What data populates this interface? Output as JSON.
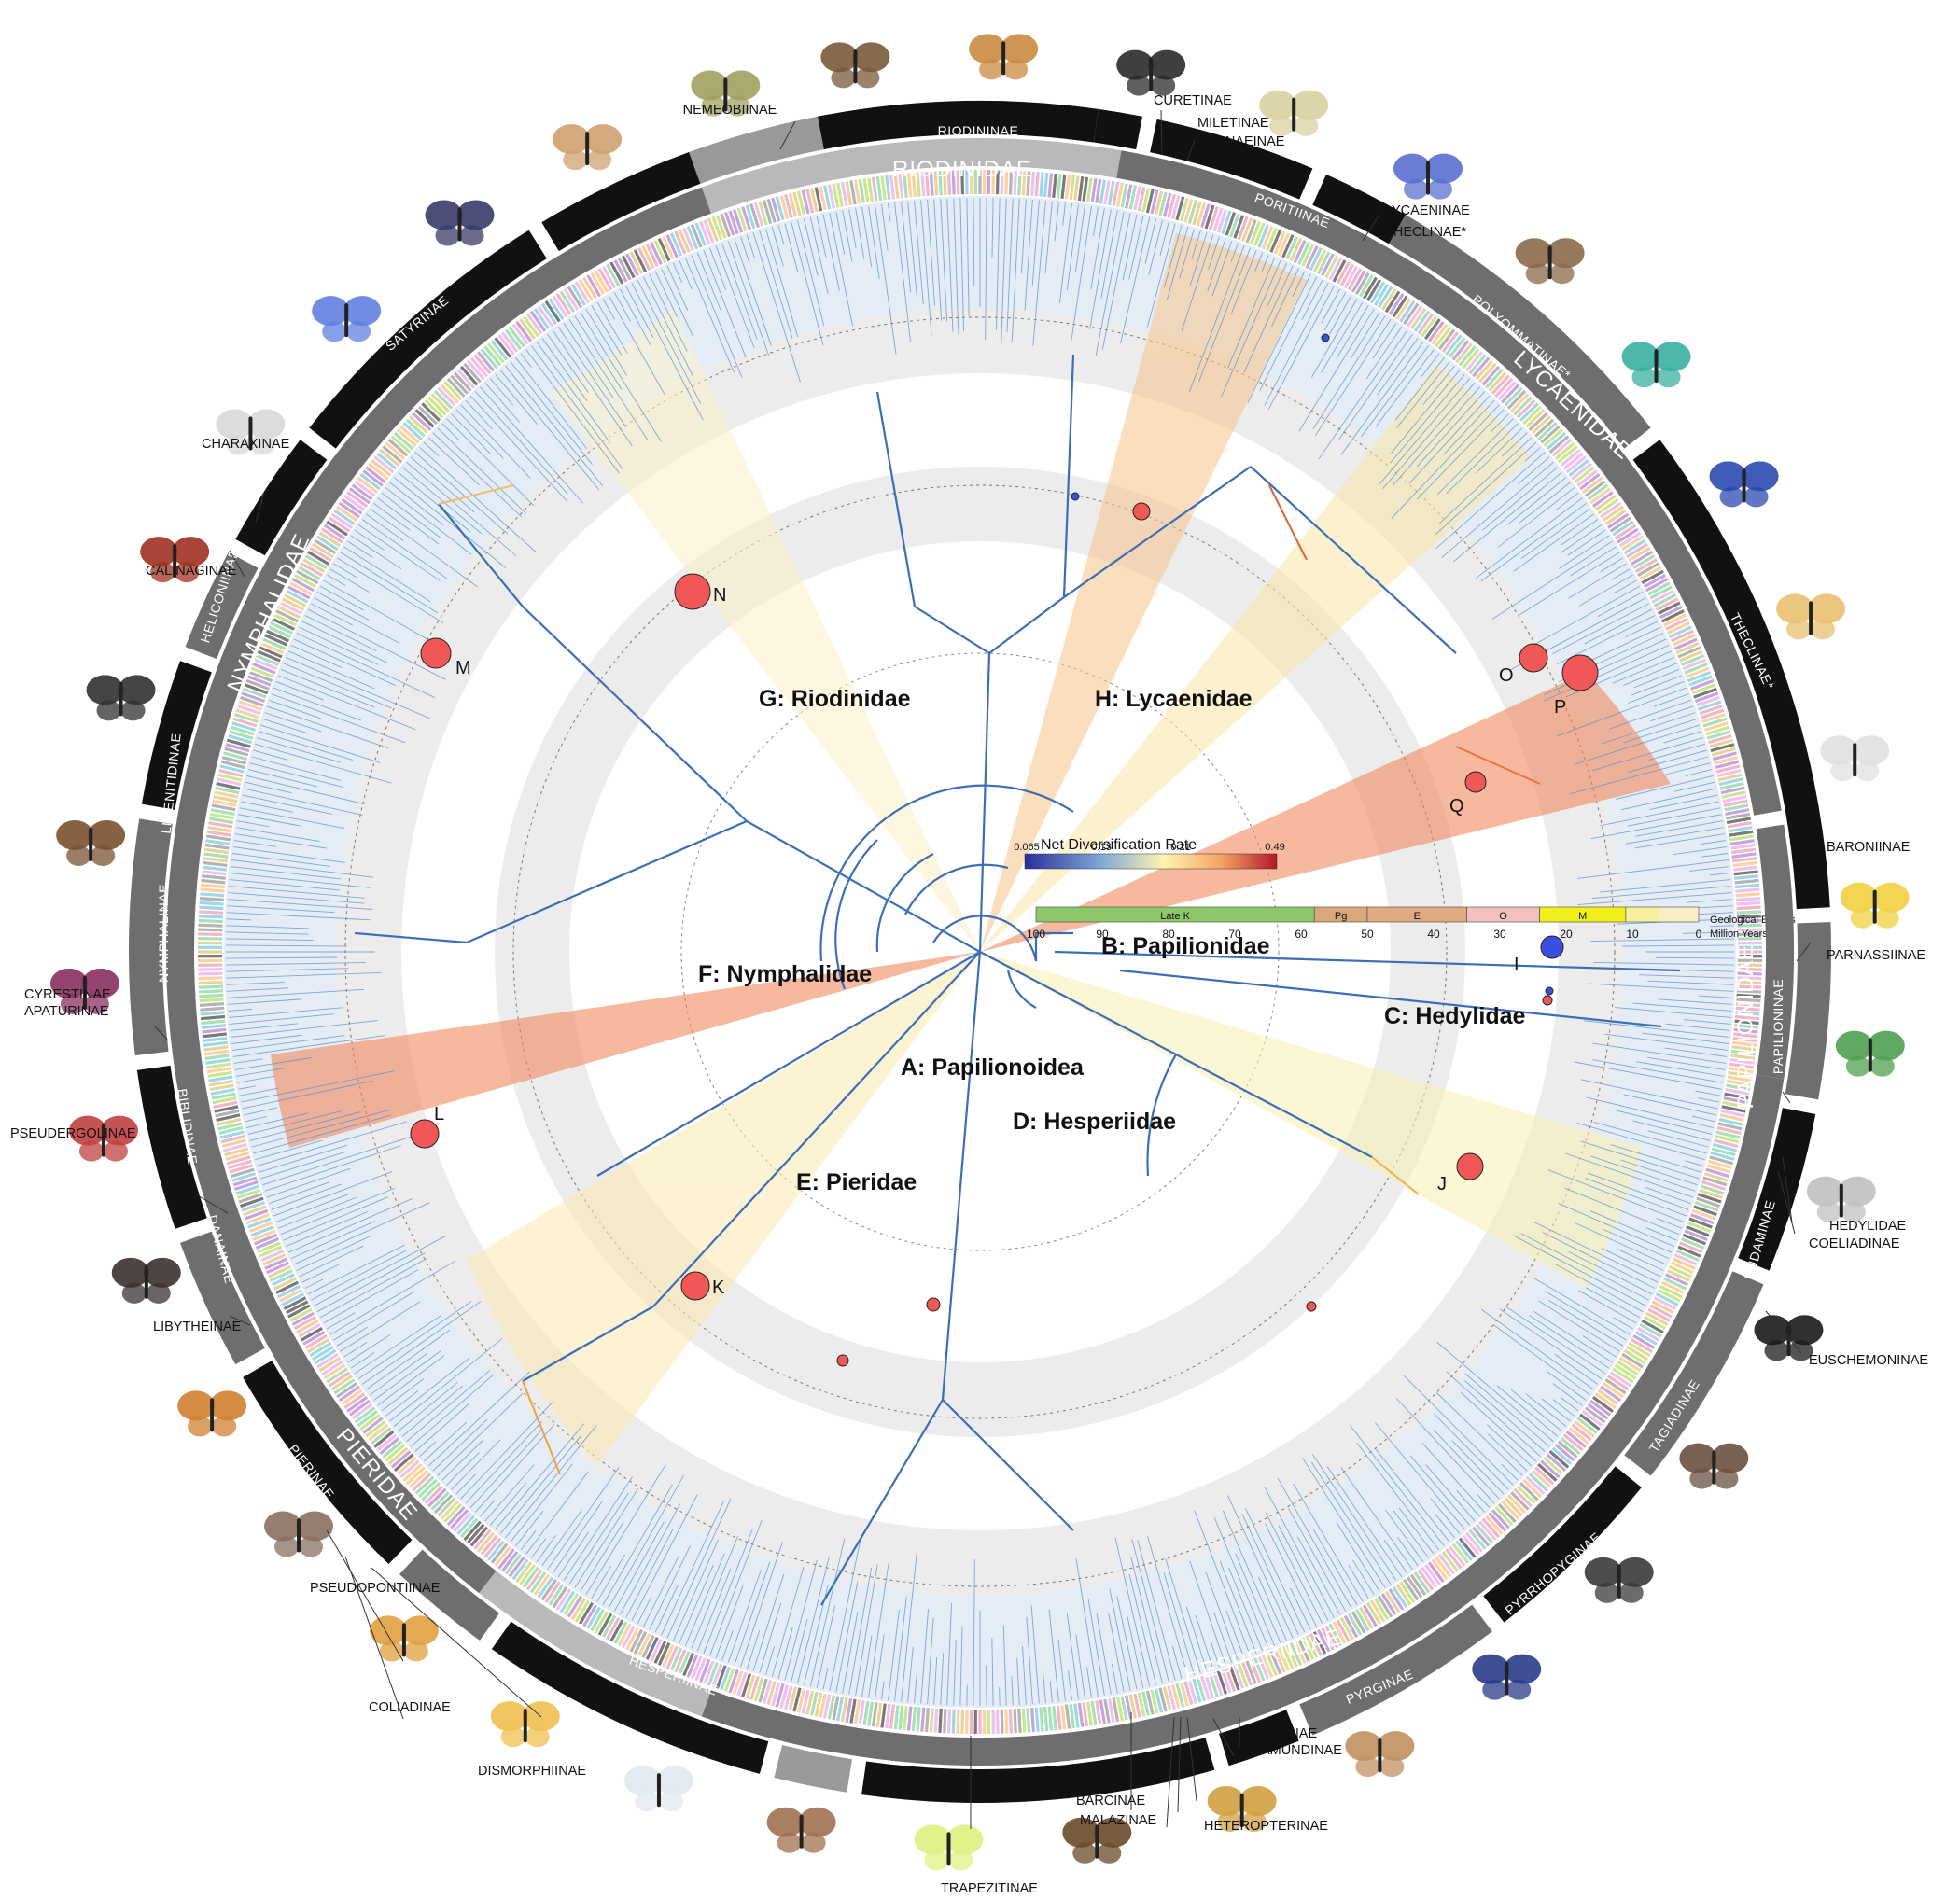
{
  "legend": {
    "title": "Net Diversification Rate",
    "ticks": [
      "0.065",
      "0.13",
      "0.21",
      "0.49"
    ],
    "colors": [
      "#2b2f9c",
      "#7fa7d6",
      "#fff4b0",
      "#f4a263",
      "#b2182b"
    ]
  },
  "timescale": {
    "epochs": [
      {
        "label": "Late K",
        "color": "#8cc86a"
      },
      {
        "label": "Pg",
        "color": "#d9a87a"
      },
      {
        "label": "E",
        "color": "#dfaa82"
      },
      {
        "label": "O",
        "color": "#f2c0c0"
      },
      {
        "label": "M",
        "color": "#f0ef1c"
      },
      {
        "label": "",
        "color": "#f6ef9e"
      },
      {
        "label": "",
        "color": "#f8eec4"
      }
    ],
    "ticks": [
      "100",
      "90",
      "80",
      "70",
      "60",
      "50",
      "40",
      "30",
      "20",
      "10",
      "0"
    ],
    "epochs_label": "Geological Epochs",
    "mya_label": "Million Years Ago"
  },
  "clades": [
    {
      "label": "A: Papilionoidea"
    },
    {
      "label": "B: Papilionidae"
    },
    {
      "label": "C: Hedylidae"
    },
    {
      "label": "D: Hesperiidae"
    },
    {
      "label": "E: Pieridae"
    },
    {
      "label": "F: Nymphalidae"
    },
    {
      "label": "G: Riodinidae"
    },
    {
      "label": "H: Lycaenidae"
    }
  ],
  "shifts": [
    "I",
    "J",
    "K",
    "L",
    "M",
    "N",
    "O",
    "P",
    "Q"
  ],
  "families": [
    "RIODINIDAE",
    "LYCAENIDAE",
    "PAPILIONIDAE",
    "HESPERIIDAE",
    "PIERIDAE",
    "NYMPHALIDAE"
  ],
  "ring_subfamilies": [
    "RIODININAE",
    "PORITIINAE",
    "POLYOMMATINAE*",
    "THECLINAE*",
    "PAPILIONINAE",
    "EUDAMINAE",
    "TAGIADINAE",
    "PYRRHOPYGINAE",
    "PYRGINAE",
    "HESPERIINAE",
    "PIERINAE",
    "DANAINAE",
    "BIBLIDINAE",
    "NYMPHALINAE",
    "LIMENITIDINAE",
    "HELICONIINAE",
    "SATYRINAE"
  ],
  "callouts": [
    "NEMEOBIINAE",
    "CURETINAE",
    "MILETINAE",
    "APHNAEINAE",
    "LYCAENINAE",
    "THECLINAE*",
    "BARONIINAE",
    "PARNASSIINAE",
    "HEDYLIDAE",
    "COELIADINAE",
    "EUSCHEMONINAE",
    "KATREINAE",
    "CHAMUNDINAE",
    "HETEROPTERINAE",
    "BARCINAE",
    "MALAZINAE",
    "TRAPEZITINAE",
    "DISMORPHIINAE",
    "COLIADINAE",
    "PSEUDOPONTIINAE",
    "LIBYTHEINAE",
    "PSEUDERGOLINAE",
    "CYRESTINAE",
    "APATURINAE",
    "CALINAGINAE",
    "CHARAXINAE"
  ]
}
